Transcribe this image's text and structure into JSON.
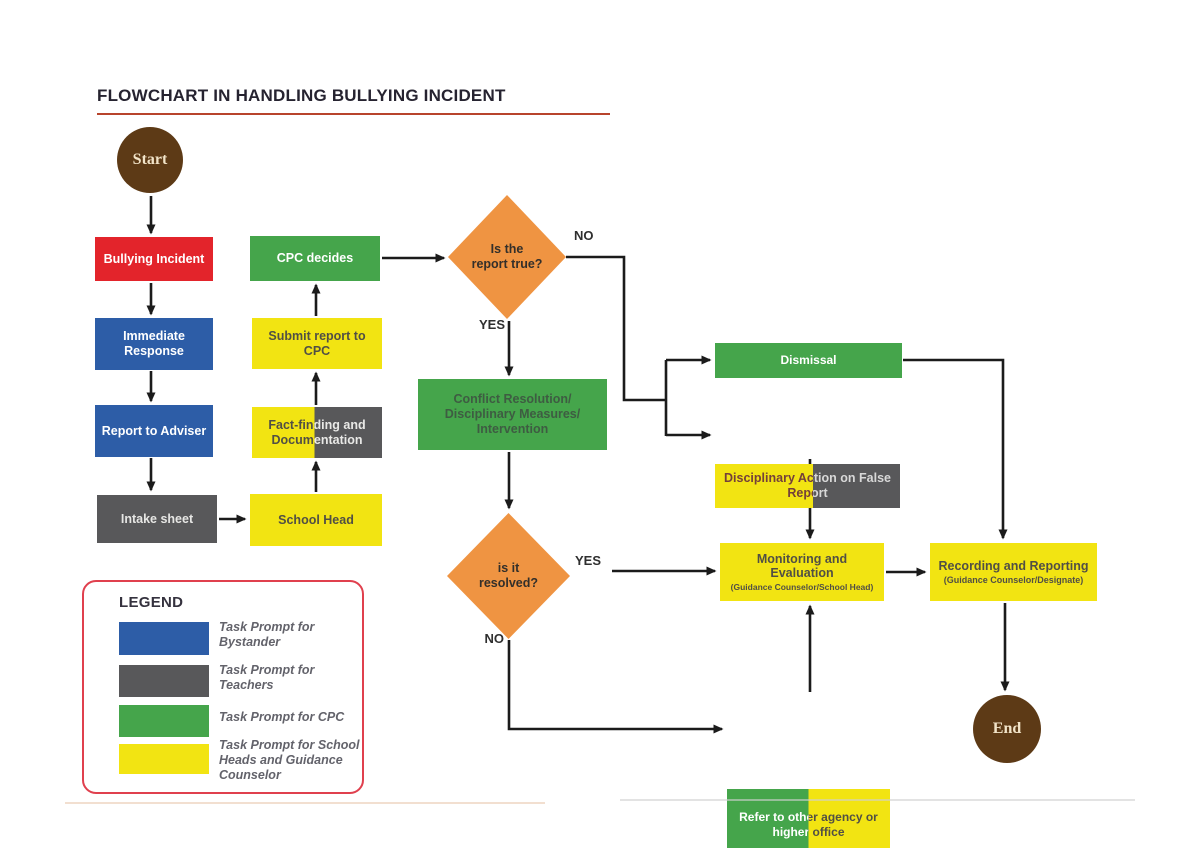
{
  "title": {
    "text": "FLOWCHART IN HANDLING BULLYING INCIDENT"
  },
  "nodes": {
    "start": {
      "label": "Start"
    },
    "bullying_incident": {
      "label": "Bullying Incident"
    },
    "immediate_response": {
      "label": "Immediate Response"
    },
    "report_to_adviser": {
      "label": "Report to Adviser"
    },
    "intake_sheet": {
      "label": "Intake sheet"
    },
    "school_head": {
      "label": "School Head"
    },
    "fact_finding": {
      "label": "Fact-finding and Documentation"
    },
    "submit_report": {
      "label": "Submit report to CPC"
    },
    "cpc_decides": {
      "label": "CPC decides"
    },
    "is_report_true": {
      "label": "Is the report true?"
    },
    "conflict_resolution": {
      "label": "Conflict Resolution/ Disciplinary Measures/ Intervention"
    },
    "dismissal": {
      "label": "Dismissal"
    },
    "disciplinary_action": {
      "label": "Disciplinary Action on False Report"
    },
    "is_it_resolved": {
      "label": "is it resolved?"
    },
    "monitoring": {
      "label": "Monitoring and Evaluation",
      "subtitle": "(Guidance Counselor/School Head)"
    },
    "recording": {
      "label": "Recording and Reporting",
      "subtitle": "(Guidance Counselor/Designate)"
    },
    "refer": {
      "label": "Refer to other agency or higher office"
    },
    "end": {
      "label": "End"
    }
  },
  "branch_labels": {
    "report_true_no": "NO",
    "report_true_yes": "YES",
    "resolved_yes": "YES",
    "resolved_no": "NO"
  },
  "legend": {
    "heading": "LEGEND",
    "items": [
      {
        "color": "#2d5da7",
        "label": "Task Prompt for Bystander"
      },
      {
        "color": "#58585a",
        "label": "Task Prompt for Teachers"
      },
      {
        "color": "#45a54b",
        "label": "Task Prompt for CPC"
      },
      {
        "color": "#f2e412",
        "label": "Task Prompt for School Heads and Guidance Counselor"
      }
    ]
  },
  "palette": {
    "red": "#e3242b",
    "blue": "#2d5da7",
    "gray": "#58585a",
    "green": "#45a54b",
    "yellow": "#f2e412",
    "orange": "#ef9442",
    "brown": "#5d3a16",
    "arrow": "#1b1b1b",
    "legend_border": "#e0404e",
    "title_underline": "#b8442c"
  }
}
